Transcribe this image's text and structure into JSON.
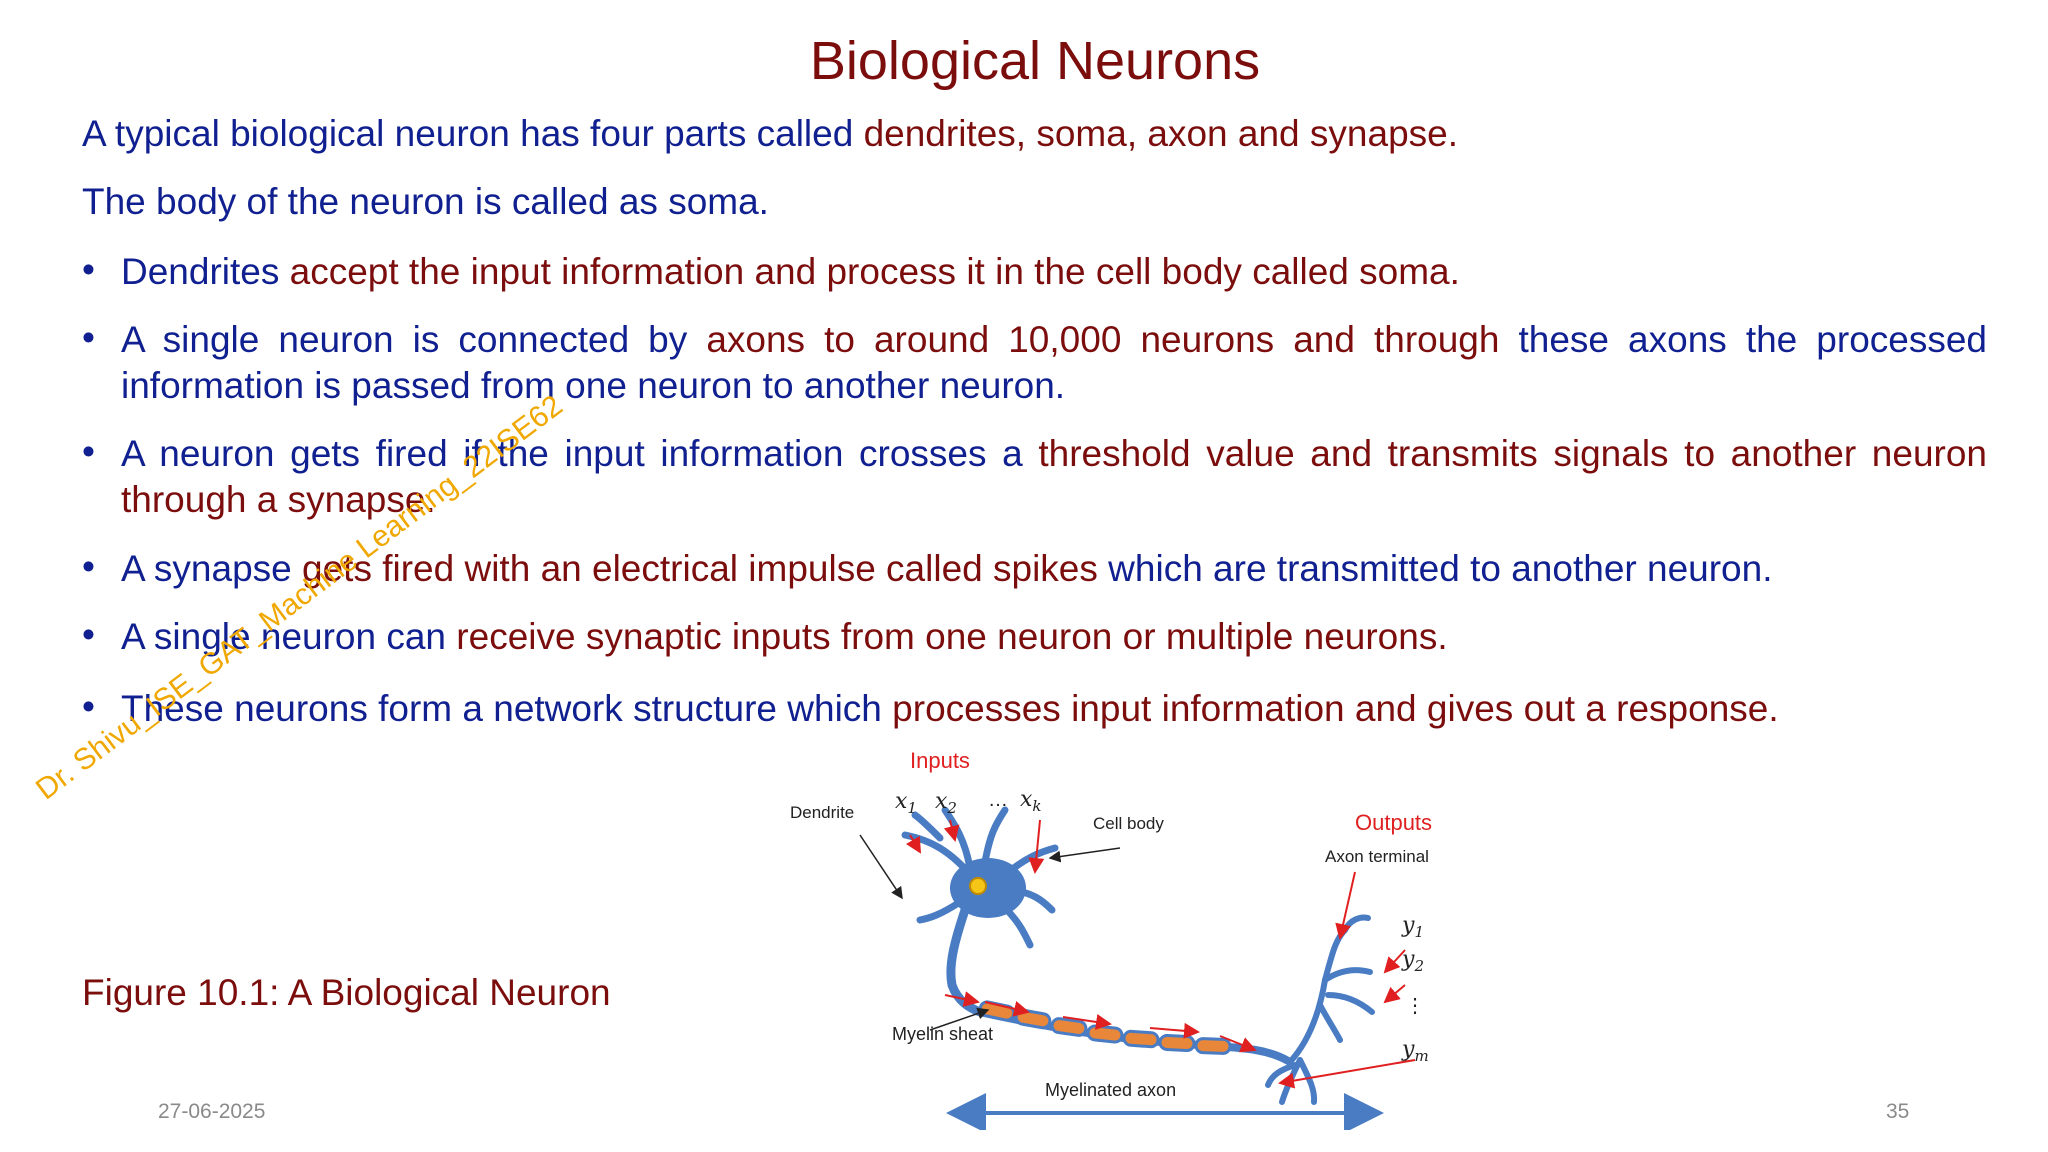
{
  "title": "Biological Neurons",
  "intro1": {
    "a": "A typical biological neuron has four parts called ",
    "b": "dendrites, soma, axon and synapse."
  },
  "intro2": "The body  of the neuron is called as soma.",
  "bullets": [
    {
      "a": "Dendrites",
      "b": " accept the input information and process it in the cell  body called soma."
    },
    {
      "a": "A single neuron is connected by ",
      "b": "axons to around 10,000 neurons and through ",
      "c": " these axons the processed information is passed from one neuron to another neuron."
    },
    {
      "a": "A neuron  gets fired if the input information crosses a ",
      "b": "threshold value and transmits signals to another neuron through a synapse."
    },
    {
      "a": "A synapse ",
      "b": "gets fired with an electrical impulse called spikes",
      "c": " which  are transmitted to another neuron."
    },
    {
      "a": "A single neuron can ",
      "b": "receive synaptic inputs from one neuron  or multiple neurons."
    },
    {
      "a": "These neurons form a network structure which ",
      "b": "processes input information  and gives out a response."
    }
  ],
  "caption": "Figure 10.1: A Biological Neuron",
  "date": "27-06-2025",
  "page_number": "35",
  "watermark": "Dr. Shivu_ISE_GAT_Machine Learning_22ISE62",
  "figure": {
    "inputs_label": "Inputs",
    "outputs_label": "Outputs",
    "dendrite_label": "Dendrite",
    "cell_body_label": "Cell body",
    "axon_terminal_label": "Axon terminal",
    "myelin_sheat_label": "Myelin sheat",
    "myelinated_axon_label": "Myelinated axon",
    "x1": "x",
    "x1_sub": "1",
    "x2": "x",
    "x2_sub": "2",
    "dots": "…",
    "xk": "x",
    "xk_sub": "k",
    "y1": "y",
    "y1_sub": "1",
    "y2": "y",
    "y2_sub": "2",
    "vdots": "⋮",
    "ym": "y",
    "ym_sub": "m"
  },
  "colors": {
    "title": "#7b0d0d",
    "blue_text": "#102090",
    "neuron": "#4a7cc4",
    "myelin": "#e8873a",
    "arrow": "#e02020",
    "watermark": "#f0a800"
  }
}
